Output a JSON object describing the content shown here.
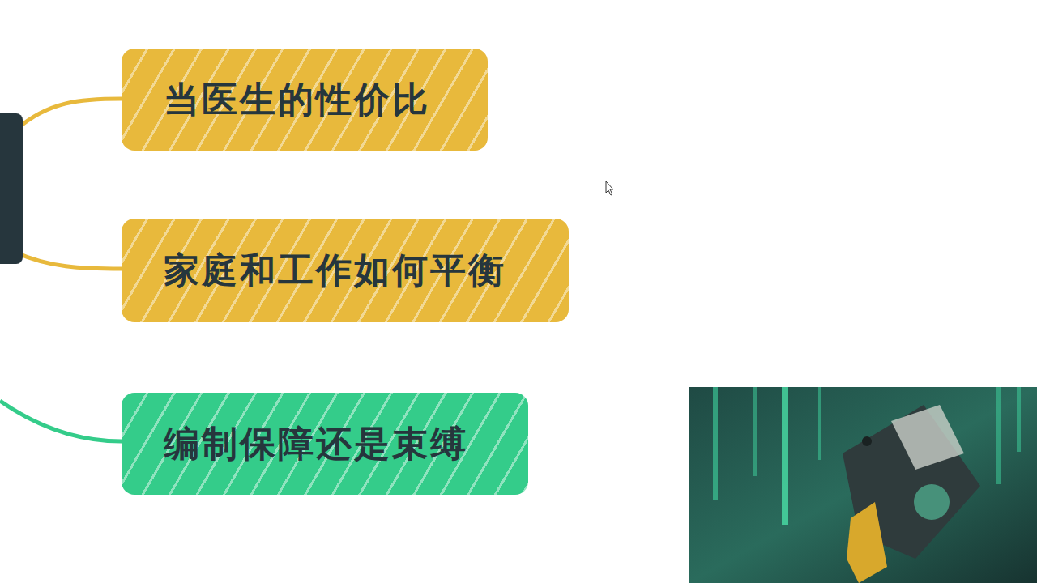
{
  "diagram": {
    "nodes": [
      {
        "text": [
          "当医生的性价比"
        ]
      },
      {
        "text": [
          "家庭和工作如何平衡"
        ]
      },
      {
        "text": [
          "编制保障还是束缚"
        ]
      }
    ]
  }
}
